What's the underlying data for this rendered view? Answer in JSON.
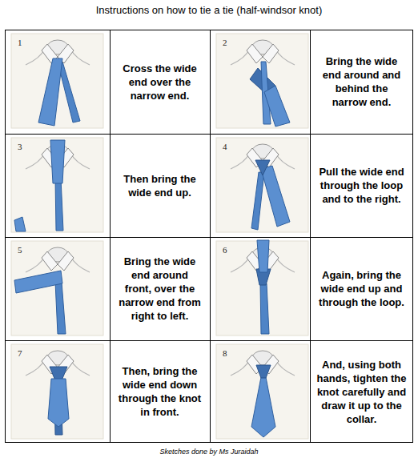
{
  "diagram": {
    "title": "Instructions on how to tie a tie (half-windsor knot)",
    "caption": "Sketches done by Ms Juraidah",
    "labels": [
      "1",
      "Cross the wide end over the narrow end.",
      "2",
      "Bring the wide end around and behind the narrow end.",
      "3",
      "Then bring the wide end up.",
      "4",
      "Pull the wide end through the loop and to the right.",
      "5",
      "Bring the wide end around front, over the narrow end from right to left.",
      "6",
      "Again, bring the wide end up and through the loop.",
      "7",
      "Then, bring the wide end down through the knot in front.",
      "8",
      "And, using both hands, tighten the knot carefully and draw it up to the collar."
    ]
  }
}
